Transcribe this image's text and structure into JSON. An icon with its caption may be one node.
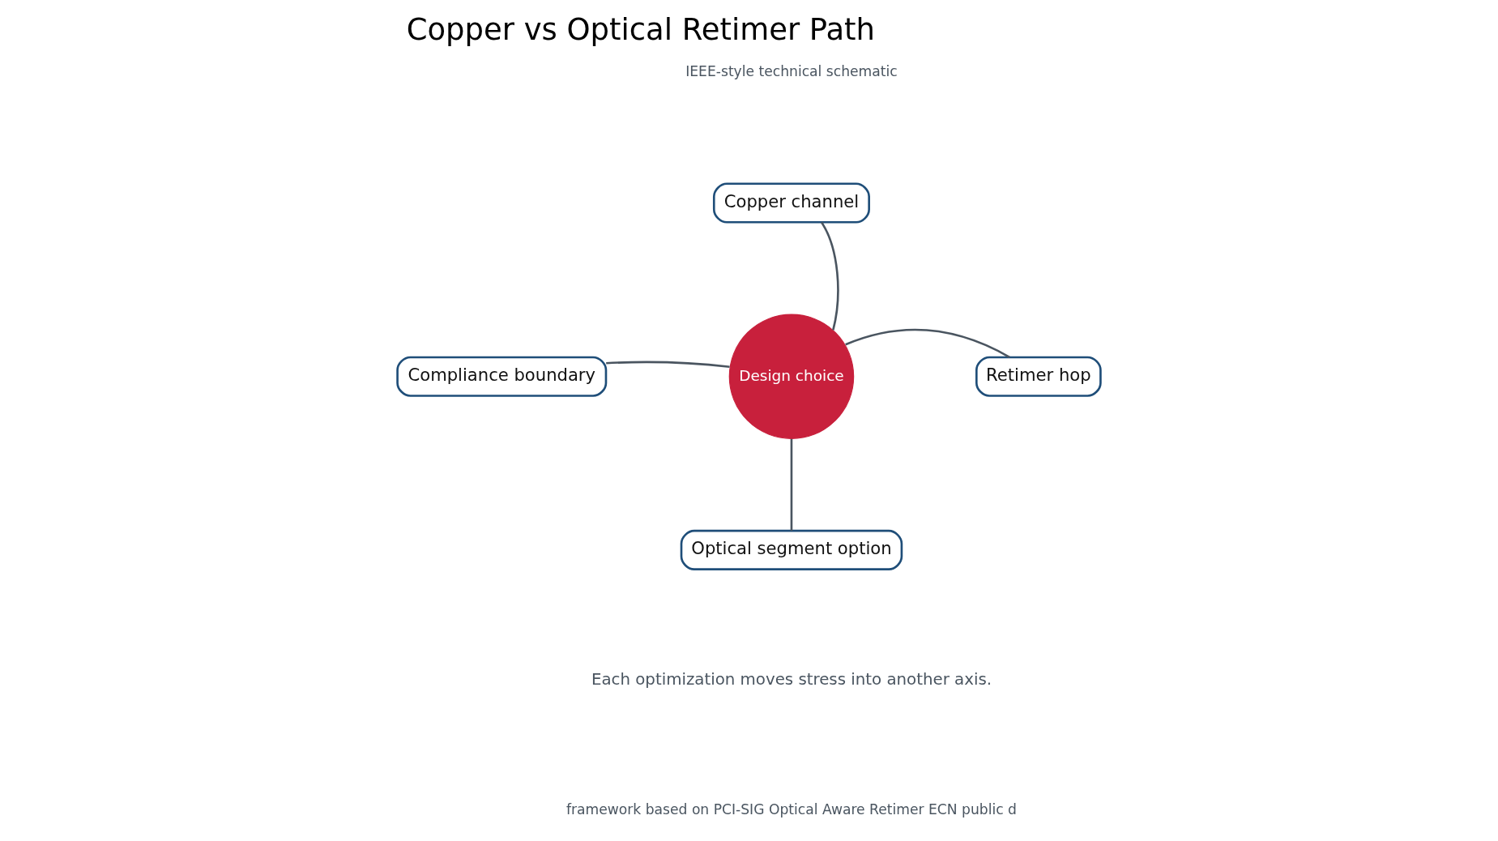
{
  "diagram": {
    "title": "Copper vs Optical Retimer Path",
    "nodes": [
      {
        "text": [
          "Copper channel"
        ]
      },
      {
        "text": [
          "Compliance boundary"
        ]
      },
      {
        "text": [
          "Design choice"
        ]
      },
      {
        "text": [
          "Retimer hop"
        ]
      },
      {
        "text": [
          "Optical segment option"
        ]
      }
    ],
    "edges": [
      {
        "from": 2,
        "to": 0,
        "arrow": "none"
      },
      {
        "from": 2,
        "to": 1,
        "arrow": "none"
      },
      {
        "from": 2,
        "to": 3,
        "arrow": "none"
      },
      {
        "from": 2,
        "to": 4,
        "arrow": "none"
      }
    ],
    "labels": [
      "IEEE-style technical schematic",
      "Each optimization moves stress into another axis.",
      "framework based on PCI-SIG Optical Aware Retimer ECN public d"
    ]
  }
}
